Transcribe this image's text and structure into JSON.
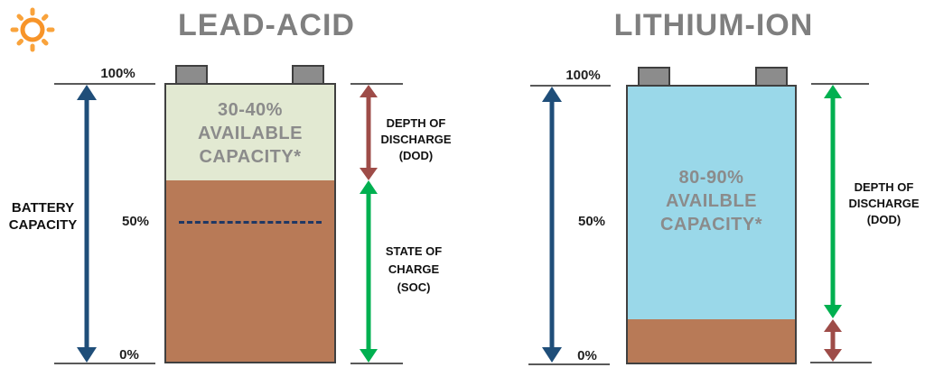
{
  "figure": {
    "description": "Comparison diagram of usable battery capacity: lead-acid vs lithium-ion",
    "panels": {
      "lead_acid": {
        "title": "LEAD-ACID",
        "axis_labels": {
          "top": "100%",
          "mid": "50%",
          "bottom": "0%"
        },
        "capacity_axis": {
          "line1": "BATTERY",
          "line2": "CAPACITY"
        },
        "fill_text": {
          "line1": "30-40%",
          "line2": "AVAILABLE",
          "line3": "CAPACITY*"
        },
        "dod": {
          "line1": "DEPTH OF",
          "line2": "DISCHARGE",
          "line3": "(DOD)"
        },
        "soc": {
          "line1": "STATE OF",
          "line2": "CHARGE",
          "line3": "(SOC)"
        }
      },
      "lithium_ion": {
        "title": "LITHIUM-ION",
        "axis_labels": {
          "top": "100%",
          "mid": "50%",
          "bottom": "0%"
        },
        "fill_text": {
          "line1": "80-90%",
          "line2": "AVAILBLE",
          "line3": "CAPACITY*"
        },
        "dod": {
          "line1": "DEPTH OF",
          "line2": "DISCHARGE",
          "line3": "(DOD)"
        }
      }
    },
    "colors": {
      "title_gray": "#7f7f7f",
      "available_green": "#e2e9d2",
      "available_blue": "#9ad8e9",
      "discharged_brown": "#b87a57",
      "battery_border": "#404040",
      "terminal_gray": "#8c8c8c",
      "arrow_blue": "#1f4e79",
      "arrow_green": "#00b050",
      "arrow_red": "#9e4c48",
      "sun_orange": "#f79429",
      "dashed_navy": "#1f3864"
    }
  }
}
